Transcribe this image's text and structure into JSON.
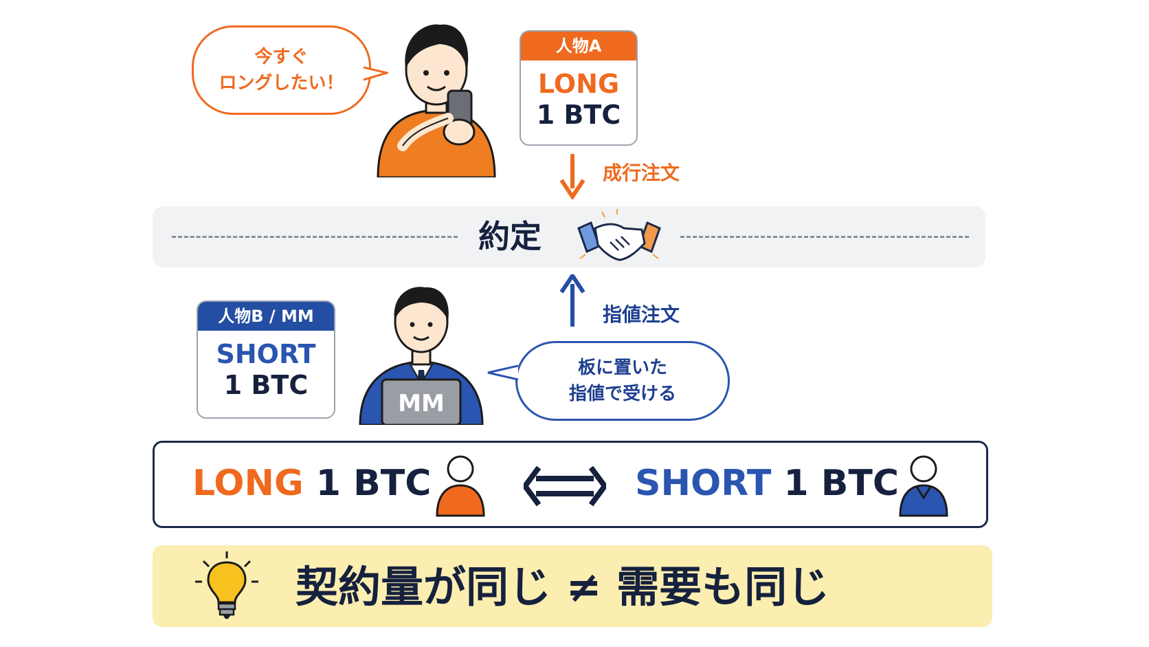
{
  "person_a": {
    "bubble_lines": [
      "今すぐ",
      "ロングしたい！"
    ],
    "card_header": "人物A",
    "side": "LONG",
    "quantity": "1 BTC"
  },
  "order_labels": {
    "market": "成行注文",
    "limit": "指値注文"
  },
  "settlement": {
    "label": "約定"
  },
  "person_b": {
    "card_header": "人物B / MM",
    "side": "SHORT",
    "quantity": "1 BTC",
    "laptop_label": "MM",
    "bubble_lines": [
      "板に置いた",
      "指値で受ける"
    ]
  },
  "summary": {
    "long_side": "LONG",
    "long_qty": "1 BTC",
    "short_side": "SHORT",
    "short_qty": "1 BTC"
  },
  "conclusion": "契約量が同じ ≠ 需要も同じ",
  "colors": {
    "long": "#ef6a1f",
    "short": "#2a55b0",
    "navy": "#16213e",
    "banner": "#fbeeb0",
    "band": "#f1f2f4"
  },
  "icons": [
    "person-a-phone-illustration",
    "handshake-icon",
    "person-b-mm-illustration",
    "double-arrow-icon",
    "lightbulb-icon"
  ]
}
